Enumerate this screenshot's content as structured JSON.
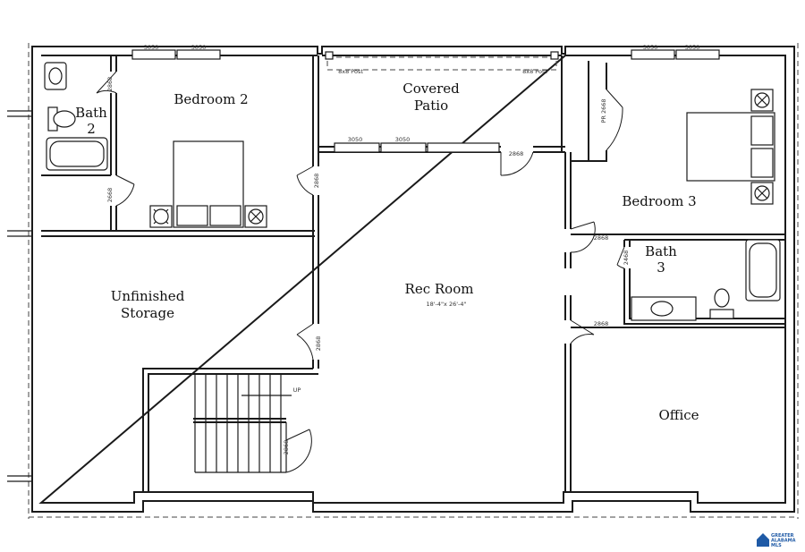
{
  "rooms": {
    "bedroom2": "Bedroom 2",
    "bath2_line1": "Bath",
    "bath2_line2": "2",
    "covered_patio_line1": "Covered",
    "covered_patio_line2": "Patio",
    "bedroom3": "Bedroom 3",
    "bath3_line1": "Bath",
    "bath3_line2": "3",
    "unfinished_line1": "Unfinished",
    "unfinished_line2": "Storage",
    "rec_room": "Rec Room",
    "rec_room_dims": "18'-4\"x 26'-4\"",
    "office": "Office"
  },
  "labels": {
    "window_3050": "3050",
    "door_2868": "2868",
    "door_2668": "2668",
    "door_2468": "2468",
    "door_pr_2668": "PR 2668",
    "post_8x8": "8x8 Post",
    "stairs_up": "UP"
  },
  "logo": {
    "line1": "GREATER",
    "line2": "ALABAMA",
    "line3": "MLS",
    "color": "#1f5aa6"
  }
}
